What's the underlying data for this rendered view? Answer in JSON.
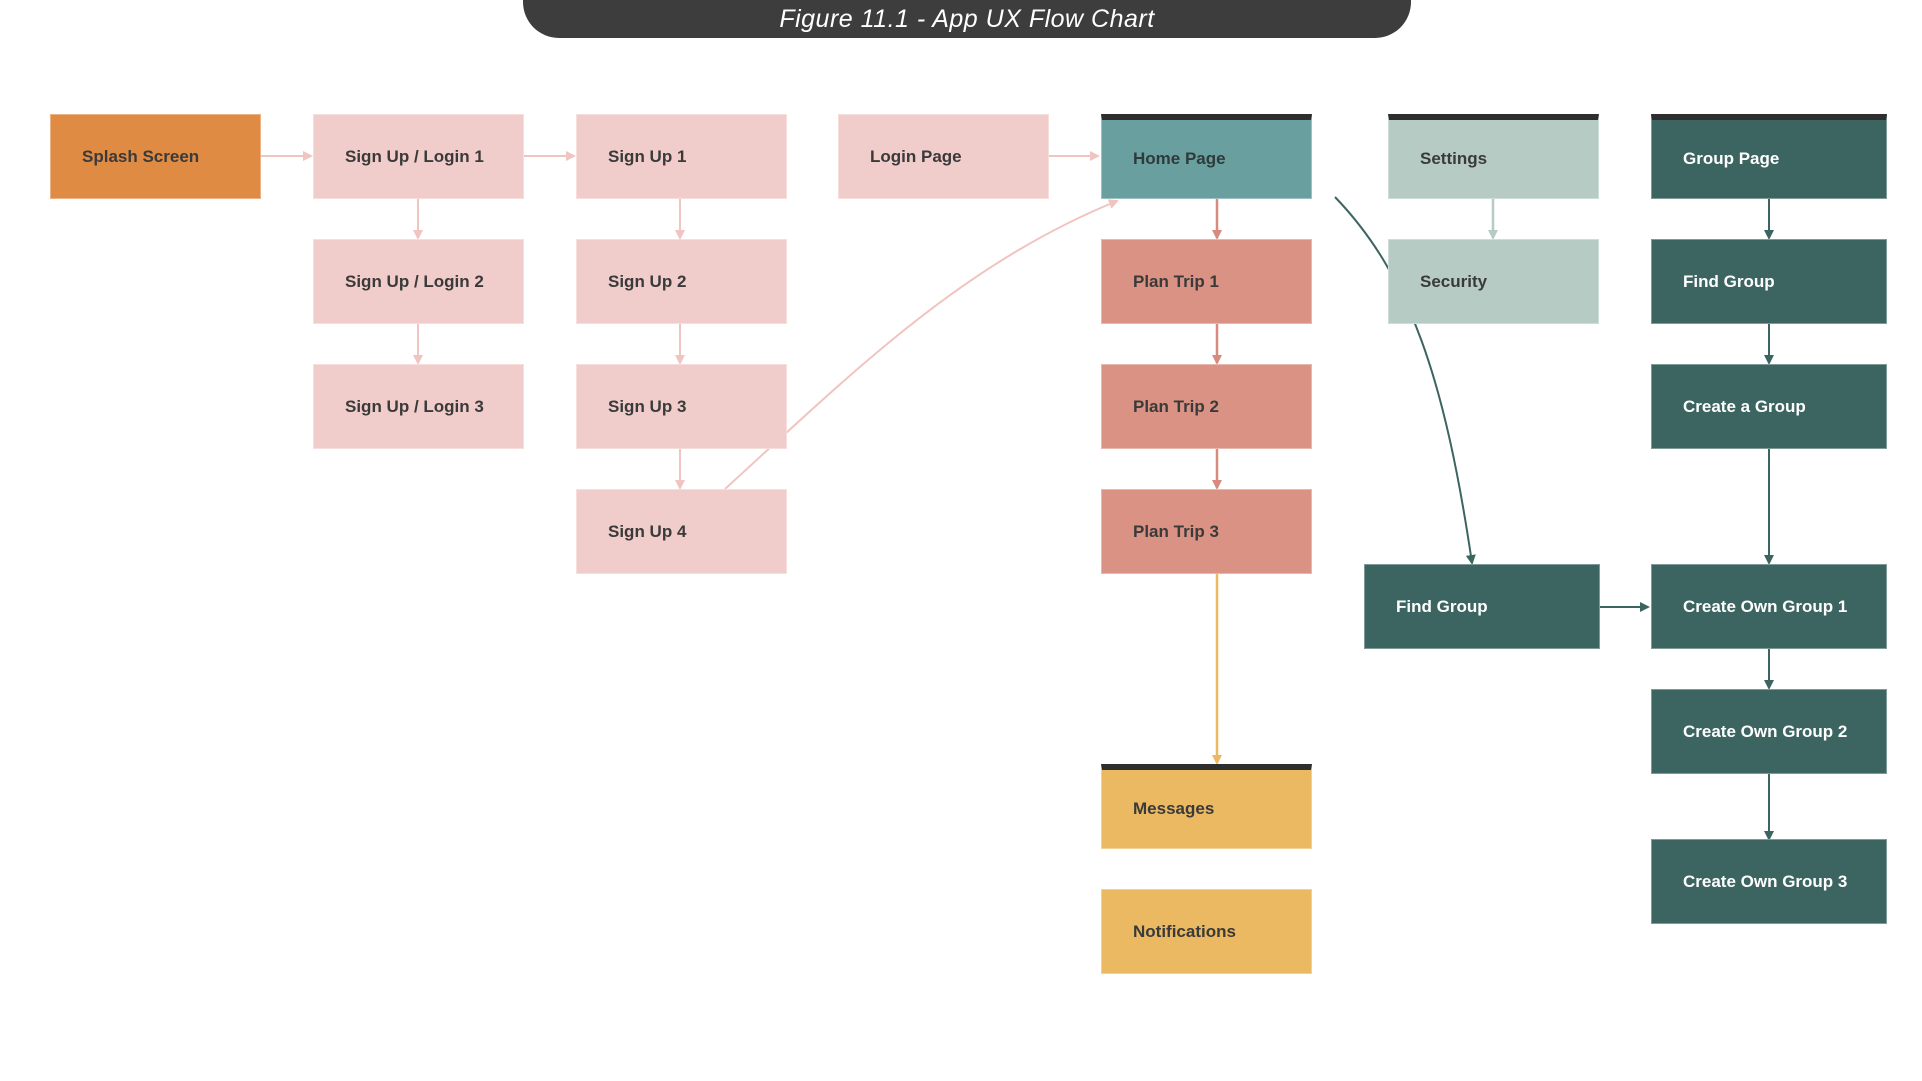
{
  "title": "Figure 11.1 - App UX Flow Chart",
  "colors": {
    "orange": "#e08b44",
    "pink": "#f0ccca",
    "teal": "#6a9fa0",
    "salmon": "#d99283",
    "sage": "#b6cbc3",
    "dark_green": "#3c6561",
    "yellow": "#eab961",
    "dark_text": "#3a3a3a",
    "light_text": "#ffffff"
  },
  "nodes": {
    "splash_screen": "Splash Screen",
    "sign_up_login_1": "Sign Up / Login 1",
    "sign_up_login_2": "Sign Up / Login 2",
    "sign_up_login_3": "Sign Up / Login 3",
    "sign_up_1": "Sign Up 1",
    "sign_up_2": "Sign Up 2",
    "sign_up_3": "Sign Up 3",
    "sign_up_4": "Sign Up 4",
    "login_page": "Login Page",
    "home_page": "Home Page",
    "plan_trip_1": "Plan Trip 1",
    "plan_trip_2": "Plan Trip 2",
    "plan_trip_3": "Plan Trip 3",
    "messages": "Messages",
    "notifications": "Notifications",
    "settings": "Settings",
    "security": "Security",
    "find_group_mid": "Find Group",
    "group_page": "Group Page",
    "find_group": "Find Group",
    "create_a_group": "Create a Group",
    "create_own_group_1": "Create Own Group 1",
    "create_own_group_2": "Create Own Group 2",
    "create_own_group_3": "Create Own Group 3"
  }
}
